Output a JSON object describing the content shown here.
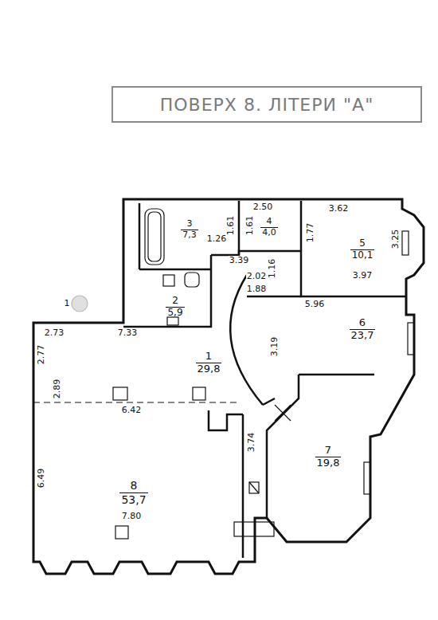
{
  "diagram": {
    "title": "ПОВЕРХ 8. ЛІТЕРИ \"А\"",
    "nodes": [
      {
        "text": [
          "3",
          "7,3"
        ]
      },
      {
        "text": [
          "4",
          "4,0"
        ]
      },
      {
        "text": [
          "5",
          "10,1"
        ]
      },
      {
        "text": [
          "2",
          "5,9"
        ]
      },
      {
        "text": [
          "6",
          "23,7"
        ]
      },
      {
        "text": [
          "1",
          "29,8"
        ]
      },
      {
        "text": [
          "7",
          "19,8"
        ]
      },
      {
        "text": [
          "8",
          "53,7"
        ]
      }
    ],
    "labels": [
      "1",
      "2.73",
      "7.33",
      "2.77",
      "2.89",
      "6.42",
      "6.49",
      "7.80",
      "3.74",
      "2.50",
      "3.62",
      "1.26",
      "1.61",
      "1.61",
      "1.77",
      "3.25",
      "3.39",
      "1.16",
      "2.02",
      "1.88",
      "3.97",
      "5.96",
      "3.19"
    ]
  }
}
